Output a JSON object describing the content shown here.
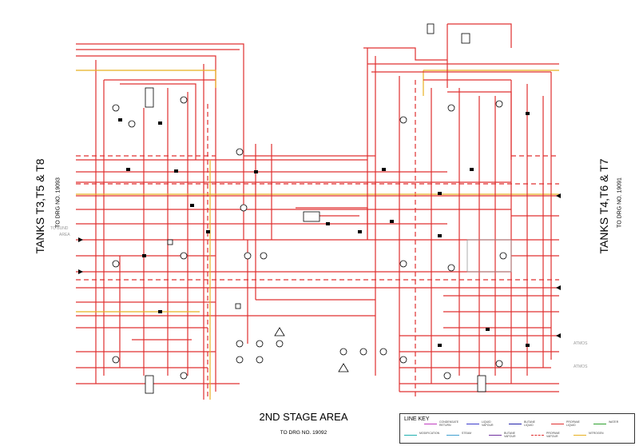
{
  "titles": {
    "left": "TANKS T3,T5 & T8",
    "left_ref": "TO DRG NO. 19093",
    "right": "TANKS T4,T6 & T7",
    "right_ref": "TO DRG NO. 19091",
    "bottom": "2ND STAGE AREA",
    "bottom_ref": "TO DRG NO. 19092"
  },
  "labels": {
    "bund": "TO BUND",
    "bund_area": "AREA",
    "atmos_1": "ATMOS",
    "atmos_2": "ATMOS"
  },
  "line_key": {
    "title": "LINE KEY",
    "items": [
      {
        "label": "CONDENSATE RETURN",
        "color": "#c03cc0"
      },
      {
        "label": "LIQUID VAPOUR",
        "color": "#3c3ccc"
      },
      {
        "label": "BUTANE LIQUID",
        "color": "#2222aa"
      },
      {
        "label": "PROPANE LIQUID",
        "color": "#e03030"
      },
      {
        "label": "WATER",
        "color": "#2ea02e"
      },
      {
        "label": "MODIFICATION",
        "color": "#20b0b0"
      },
      {
        "label": "STEAM",
        "color": "#40a0d0"
      },
      {
        "label": "BUTANE VAPOUR",
        "color": "#7030a0"
      },
      {
        "label": "PROPANE VAPOUR",
        "color": "#e03030"
      },
      {
        "label": "NITROGEN",
        "color": "#e8b020"
      }
    ]
  },
  "colors": {
    "propane": "#e03030",
    "nitrogen": "#e8b020",
    "equipment": "#000000",
    "background": "#ffffff"
  }
}
